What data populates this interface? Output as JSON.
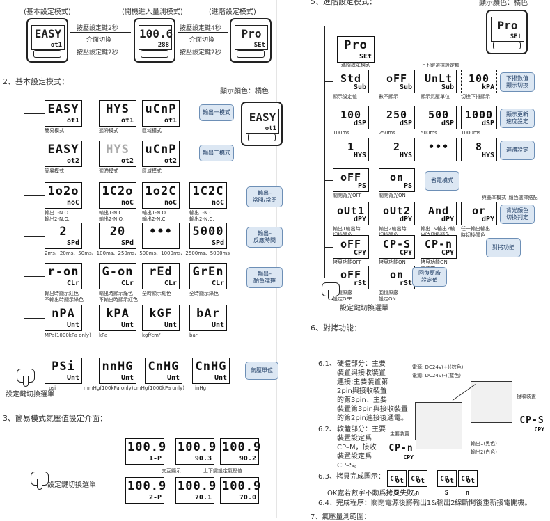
{
  "left": {
    "top_labels": [
      "(基本設定模式)",
      "(開機進入量測模式)",
      "(進階設定模式)"
    ],
    "top_displays": [
      {
        "main": "EASY",
        "sub": "ot1"
      },
      {
        "main": "100.6",
        "sub": "288"
      },
      {
        "main": "Pro",
        "sub": "SEt"
      }
    ],
    "top_hints": [
      "按壓設定鍵2秒",
      "介面切換",
      "按壓設定鍵2秒",
      "按壓設定鍵4秒",
      "介面切換",
      "按壓設定鍵2秒"
    ],
    "section2_title": "2、基本設定模式：",
    "color_label": "顯示顏色：橘色",
    "preview": {
      "main": "EASY",
      "sub": "ot1"
    },
    "rows": [
      {
        "cells": [
          {
            "main": "EASY",
            "sub": "ot1"
          },
          {
            "main": "HYS",
            "sub": "ot1"
          },
          {
            "main": "uCnP",
            "sub": "ot1"
          }
        ],
        "captions": [
          "簡易模式",
          "遲滯模式",
          "區域模式"
        ],
        "note": "輸出一模式"
      },
      {
        "cells": [
          {
            "main": "EASY",
            "sub": "ot2"
          },
          {
            "main": "HYS",
            "sub": "ot2"
          },
          {
            "main": "uCnP",
            "sub": "ot2"
          }
        ],
        "captions": [
          "簡易模式",
          "遲滯模式",
          "區域模式"
        ],
        "note": "輸出二模式"
      },
      {
        "cells": [
          {
            "main": "1o2o",
            "sub": "noC"
          },
          {
            "main": "1C2o",
            "sub": "noC"
          },
          {
            "main": "1o2C",
            "sub": "noC"
          },
          {
            "main": "1C2C",
            "sub": "noC"
          }
        ],
        "captions": [
          "輸出1-N.O.\n輸出2-N.O.",
          "輸出1-N.C.\n輸出2-N.O.",
          "輸出1-N.O.\n輸出2-N.C.",
          "輸出1-N.C.\n輸出2-N.C."
        ],
        "note": "輸出–\n常開/常閉"
      },
      {
        "cells": [
          {
            "main": "2",
            "sub": "SPd"
          },
          {
            "main": "20",
            "sub": "SPd"
          },
          {
            "main": "•••",
            "sub": ""
          },
          {
            "main": "5000",
            "sub": "SPd"
          }
        ],
        "captions": [
          "2ms、20ms、50ms、100ms、250ms、500ms、1000ms、2500ms、5000ms"
        ],
        "note": "輸出–\n反應時間"
      },
      {
        "cells": [
          {
            "main": "r-on",
            "sub": "CLr"
          },
          {
            "main": "G-on",
            "sub": "CLr"
          },
          {
            "main": "rEd",
            "sub": "CLr"
          },
          {
            "main": "GrEn",
            "sub": "CLr"
          }
        ],
        "captions": [
          "輸出時顯示紅色\n不輸出時顯示綠色",
          "輸出時顯示綠色\n不輸出時顯示紅色",
          "全時顯示紅色",
          "全時顯示綠色"
        ],
        "note": "輸出–\n顏色選擇"
      },
      {
        "cells": [
          {
            "main": "nPA",
            "sub": "Unt"
          },
          {
            "main": "kPA",
            "sub": "Unt"
          },
          {
            "main": "kGF",
            "sub": "Unt"
          },
          {
            "main": "bAr",
            "sub": "Unt"
          }
        ],
        "captions": [
          "MPa(1000kPa only)",
          "kPa",
          "kgf/cm²",
          "bar"
        ],
        "note": ""
      }
    ],
    "unit_row": {
      "cells": [
        {
          "main": "PSi",
          "sub": "Unt"
        },
        {
          "main": "nnHG",
          "sub": "Unt"
        },
        {
          "main": "CnHG",
          "sub": "Unt"
        },
        {
          "main": "CnHG",
          "sub": "Unt"
        }
      ],
      "captions": [
        "psi",
        "mmHg(100kPa only)",
        "cmHg(1000kPa only)",
        "inHg"
      ],
      "note": "氣壓單位"
    },
    "sel_label": "設定鍵切換選單",
    "section3_title": "3、簡易模式氣壓值設定介面：",
    "easy_rows": [
      {
        "cells": [
          {
            "main": "100.9",
            "sub": "1-P"
          },
          {
            "main": "100.9",
            "sub": "90.3"
          },
          {
            "main": "100.9",
            "sub": "90.2"
          }
        ]
      },
      {
        "cells": [
          {
            "main": "100.9",
            "sub": "2-P"
          },
          {
            "main": "100.9",
            "sub": "70.1"
          },
          {
            "main": "100.9",
            "sub": "70.0"
          }
        ]
      }
    ],
    "easy_hints": [
      "交互顯示",
      "上下鍵設定氣壓值"
    ],
    "sel_label2": "設定鍵切換選單"
  },
  "right": {
    "section5_title": "5、進階設定模式：",
    "color_label": "顯示顏色：橘色",
    "preview": {
      "main": "Pro",
      "sub": "SEt"
    },
    "pro": {
      "main": "Pro",
      "sub": "SEt"
    },
    "pro_caption": "進階設定模式",
    "rows": [
      {
        "cells": [
          {
            "main": "Std",
            "sub": "Sub"
          },
          {
            "main": "oFF",
            "sub": "Sub"
          },
          {
            "main": "UnLt",
            "sub": "Sub"
          },
          {
            "main": "100",
            "sub": "kPA"
          }
        ],
        "captions": [
          "顯示設定值",
          "數不顯示",
          "顯示氣壓單位",
          "切換下排顯示"
        ],
        "top_hint": "上下鍵選擇設定類",
        "note": "下排數值\n顯示切換"
      },
      {
        "cells": [
          {
            "main": "100",
            "sub": "dSP"
          },
          {
            "main": "250",
            "sub": "dSP"
          },
          {
            "main": "500",
            "sub": "dSP"
          },
          {
            "main": "1000",
            "sub": "dSP"
          }
        ],
        "captions": [
          "100ms",
          "250ms",
          "500ms",
          "1000ms"
        ],
        "note": "顯示更新\n速度設定"
      },
      {
        "cells": [
          {
            "main": "1",
            "sub": "HYS"
          },
          {
            "main": "2",
            "sub": "HYS"
          },
          {
            "main": "•••",
            "sub": ""
          },
          {
            "main": "8",
            "sub": "HYS"
          }
        ],
        "captions": [],
        "note": "遲滯設定"
      },
      {
        "cells": [
          {
            "main": "oFF",
            "sub": "PS"
          },
          {
            "main": "on",
            "sub": "PS"
          }
        ],
        "captions": [
          "關閉背光OFF",
          "關閉背光ON"
        ],
        "note": "省電模式"
      },
      {
        "cells": [
          {
            "main": "oUt1",
            "sub": "dPY"
          },
          {
            "main": "oUt2",
            "sub": "dPY"
          },
          {
            "main": "And",
            "sub": "dPY"
          },
          {
            "main": "or",
            "sub": "dPY"
          }
        ],
        "captions": [
          "輸出1輸出時\n切換顏色",
          "輸出2輸出時\n切換顏色",
          "輸出1&輸出2輸\n出時切換顏色",
          "任一輸出輸出\n時切換顏色"
        ],
        "top_hint": "與基本模式–顏色選擇搭配",
        "note": "背光顏色\n切換判定"
      },
      {
        "cells": [
          {
            "main": "oFF",
            "sub": "CPY"
          },
          {
            "main": "CP-S",
            "sub": "CPY"
          },
          {
            "main": "CP-n",
            "sub": "CPY"
          }
        ],
        "captions": [
          "拷貝功能OFF",
          "拷貝功能ON\n發送端",
          "拷貝功能ON\n主要端"
        ],
        "note": "對拷功能"
      },
      {
        "cells": [
          {
            "main": "oFF",
            "sub": "rSt"
          },
          {
            "main": "on",
            "sub": "rSt"
          }
        ],
        "captions": [
          "回復原廠\n設定OFF",
          "回復原廠\n設定ON"
        ],
        "note": "回復原廠\n設定值"
      }
    ],
    "sel_label": "設定鍵切換選單",
    "section6_title": "6、對拷功能：",
    "copy": {
      "p1_label": "6.1、",
      "p1": [
        "硬體部分：主要",
        "裝置與接收裝置",
        "連接:主要裝置第",
        "2pin與接收裝置",
        "的第3pin、主要",
        "裝置第3pin與接收裝置",
        "的第2pin連接後通電。"
      ],
      "p2_label": "6.2、",
      "p2": [
        "軟體部分：主要",
        "裝置設定爲",
        "CP–M，接收",
        "裝置設定爲",
        "CP–S。"
      ],
      "p3": "6.3、拷貝完成圖示：",
      "power_labels": [
        "電源: DC24V(+)(棕色)",
        "電源: DC24V(-)(藍色)"
      ],
      "recv_label": "接收裝置",
      "main_label": "主要裝置",
      "out_labels": [
        "輸出1(黑色)",
        "輸出2(白色)"
      ],
      "main_disp": {
        "main": "CP-n",
        "sub": "CPY"
      },
      "recv_disp": {
        "main": "CP-S",
        "sub": "CPY"
      },
      "done_disps": [
        {
          "main": "CP-S",
          "sub": "ot"
        },
        {
          "main": "CP-n",
          "sub": "ot"
        },
        {
          "main": "CP-S",
          "sub": "ot"
        },
        {
          "main": "CP-n",
          "sub": "ot"
        }
      ],
      "ok_note": "OK處若數字不動爲拷貝失敗。",
      "p4": "6.4、完成程序：關閉電源後將輸出1&輸出2線斷開後重新接電開機。",
      "p7": "7、氣壓量測範圍："
    }
  }
}
